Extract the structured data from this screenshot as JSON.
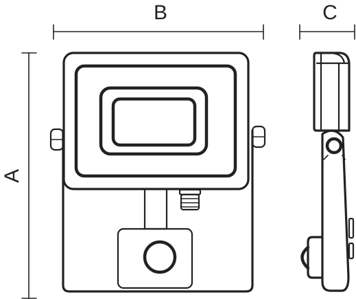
{
  "dimensions": {
    "height_label": "A",
    "width_label": "B",
    "depth_label": "C"
  },
  "colors": {
    "stroke": "#222222",
    "background": "#ffffff"
  }
}
